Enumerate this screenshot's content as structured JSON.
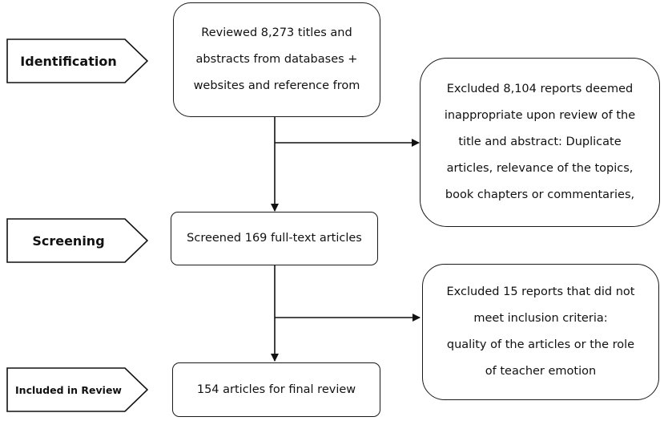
{
  "stages": {
    "identification": "Identification",
    "screening": "Screening",
    "included": "Included in Review"
  },
  "boxes": {
    "reviewed": {
      "lines": [
        "Reviewed 8,273 titles and",
        "abstracts from databases +",
        "websites and reference from"
      ]
    },
    "excluded_1": {
      "lines": [
        "Excluded 8,104 reports deemed",
        "inappropriate upon review of the",
        "title and abstract: Duplicate",
        "articles, relevance of the topics,",
        "book chapters or commentaries,"
      ]
    },
    "screened": {
      "lines": [
        "Screened 169 full-text articles"
      ]
    },
    "excluded_2": {
      "lines": [
        "Excluded 15 reports that did not",
        "meet inclusion criteria:",
        "quality of the articles or the role",
        "of teacher emotion"
      ]
    },
    "final": {
      "lines": [
        "154 articles for final review"
      ]
    }
  }
}
